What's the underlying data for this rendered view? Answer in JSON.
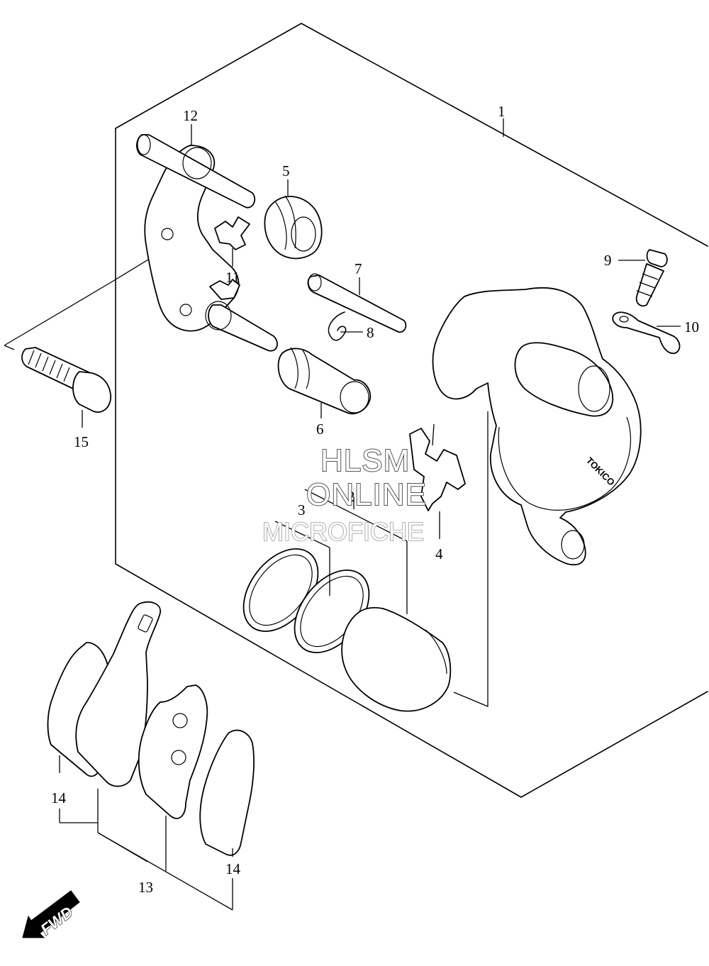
{
  "callouts": [
    {
      "id": "1",
      "text": "1"
    },
    {
      "id": "2",
      "text": "2"
    },
    {
      "id": "3",
      "text": "3"
    },
    {
      "id": "4",
      "text": "4"
    },
    {
      "id": "5",
      "text": "5"
    },
    {
      "id": "6",
      "text": "6"
    },
    {
      "id": "7",
      "text": "7"
    },
    {
      "id": "8",
      "text": "8"
    },
    {
      "id": "9",
      "text": "9"
    },
    {
      "id": "10",
      "text": "10"
    },
    {
      "id": "11",
      "text": "11"
    },
    {
      "id": "12",
      "text": "12"
    },
    {
      "id": "13",
      "text": "13"
    },
    {
      "id": "14a",
      "text": "14"
    },
    {
      "id": "14b",
      "text": "14"
    },
    {
      "id": "15",
      "text": "15"
    }
  ],
  "watermark": {
    "line1": "HLSM",
    "line2": "ONLINE",
    "line3": "MICROFICHE"
  },
  "fwd_label": "FWD",
  "caliper_brand": "TOKICO"
}
